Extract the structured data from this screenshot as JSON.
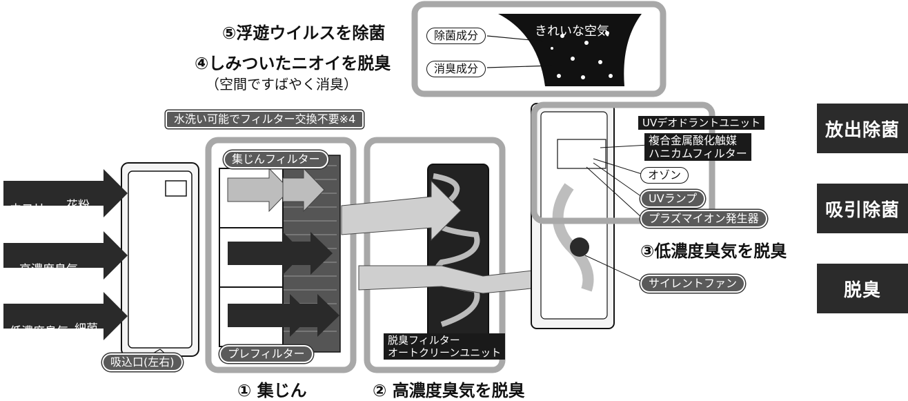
{
  "clean_air_panel": {
    "clean_air": "きれいな空気",
    "sterilize_component": "除菌成分",
    "deodorize_component": "消臭成分"
  },
  "step5": {
    "num": "⑤",
    "text": "浮遊ウイルスを除菌"
  },
  "step4": {
    "num": "④",
    "text": "しみついたニオイを脱臭",
    "sub": "（空間ですばやく消臭）"
  },
  "washable_note": "水洗い可能でフィルター交換不要※4",
  "inputs": {
    "dust": "ホコリ",
    "pollen": "花粉",
    "high_odor": "高濃度臭気",
    "low_odor": "低濃度臭気",
    "bacteria": "細菌"
  },
  "intake_label": "吸込口(左右)",
  "filter1": {
    "dust_filter": "集じんフィルター",
    "pre_filter": "プレフィルター"
  },
  "filter2": {
    "line1": "脱臭フィルター",
    "line2": "オートクリーンユニット"
  },
  "unit3": {
    "uv_unit": "UVデオドラントユニット",
    "catalyst_line1": "複合金属酸化触媒",
    "catalyst_line2": "ハニカムフィルター",
    "ozone": "オゾン",
    "uv_lamp": "UVランプ",
    "plasma": "プラズマイオン発生器",
    "fan": "サイレントファン"
  },
  "step1": {
    "num": "①",
    "text": "集じん"
  },
  "step2": {
    "num": "②",
    "text": "高濃度臭気を脱臭"
  },
  "step3": {
    "num": "③",
    "text": "低濃度臭気を脱臭"
  },
  "side_labels": {
    "release": "放出除菌",
    "suction": "吸引除菌",
    "deodorize": "脱臭"
  },
  "colors": {
    "box_gray": "#a8a8a8",
    "dark": "#1a1a1a",
    "arrow_dark": "#2a2a2a",
    "arrow_light": "#bdbdbd"
  }
}
